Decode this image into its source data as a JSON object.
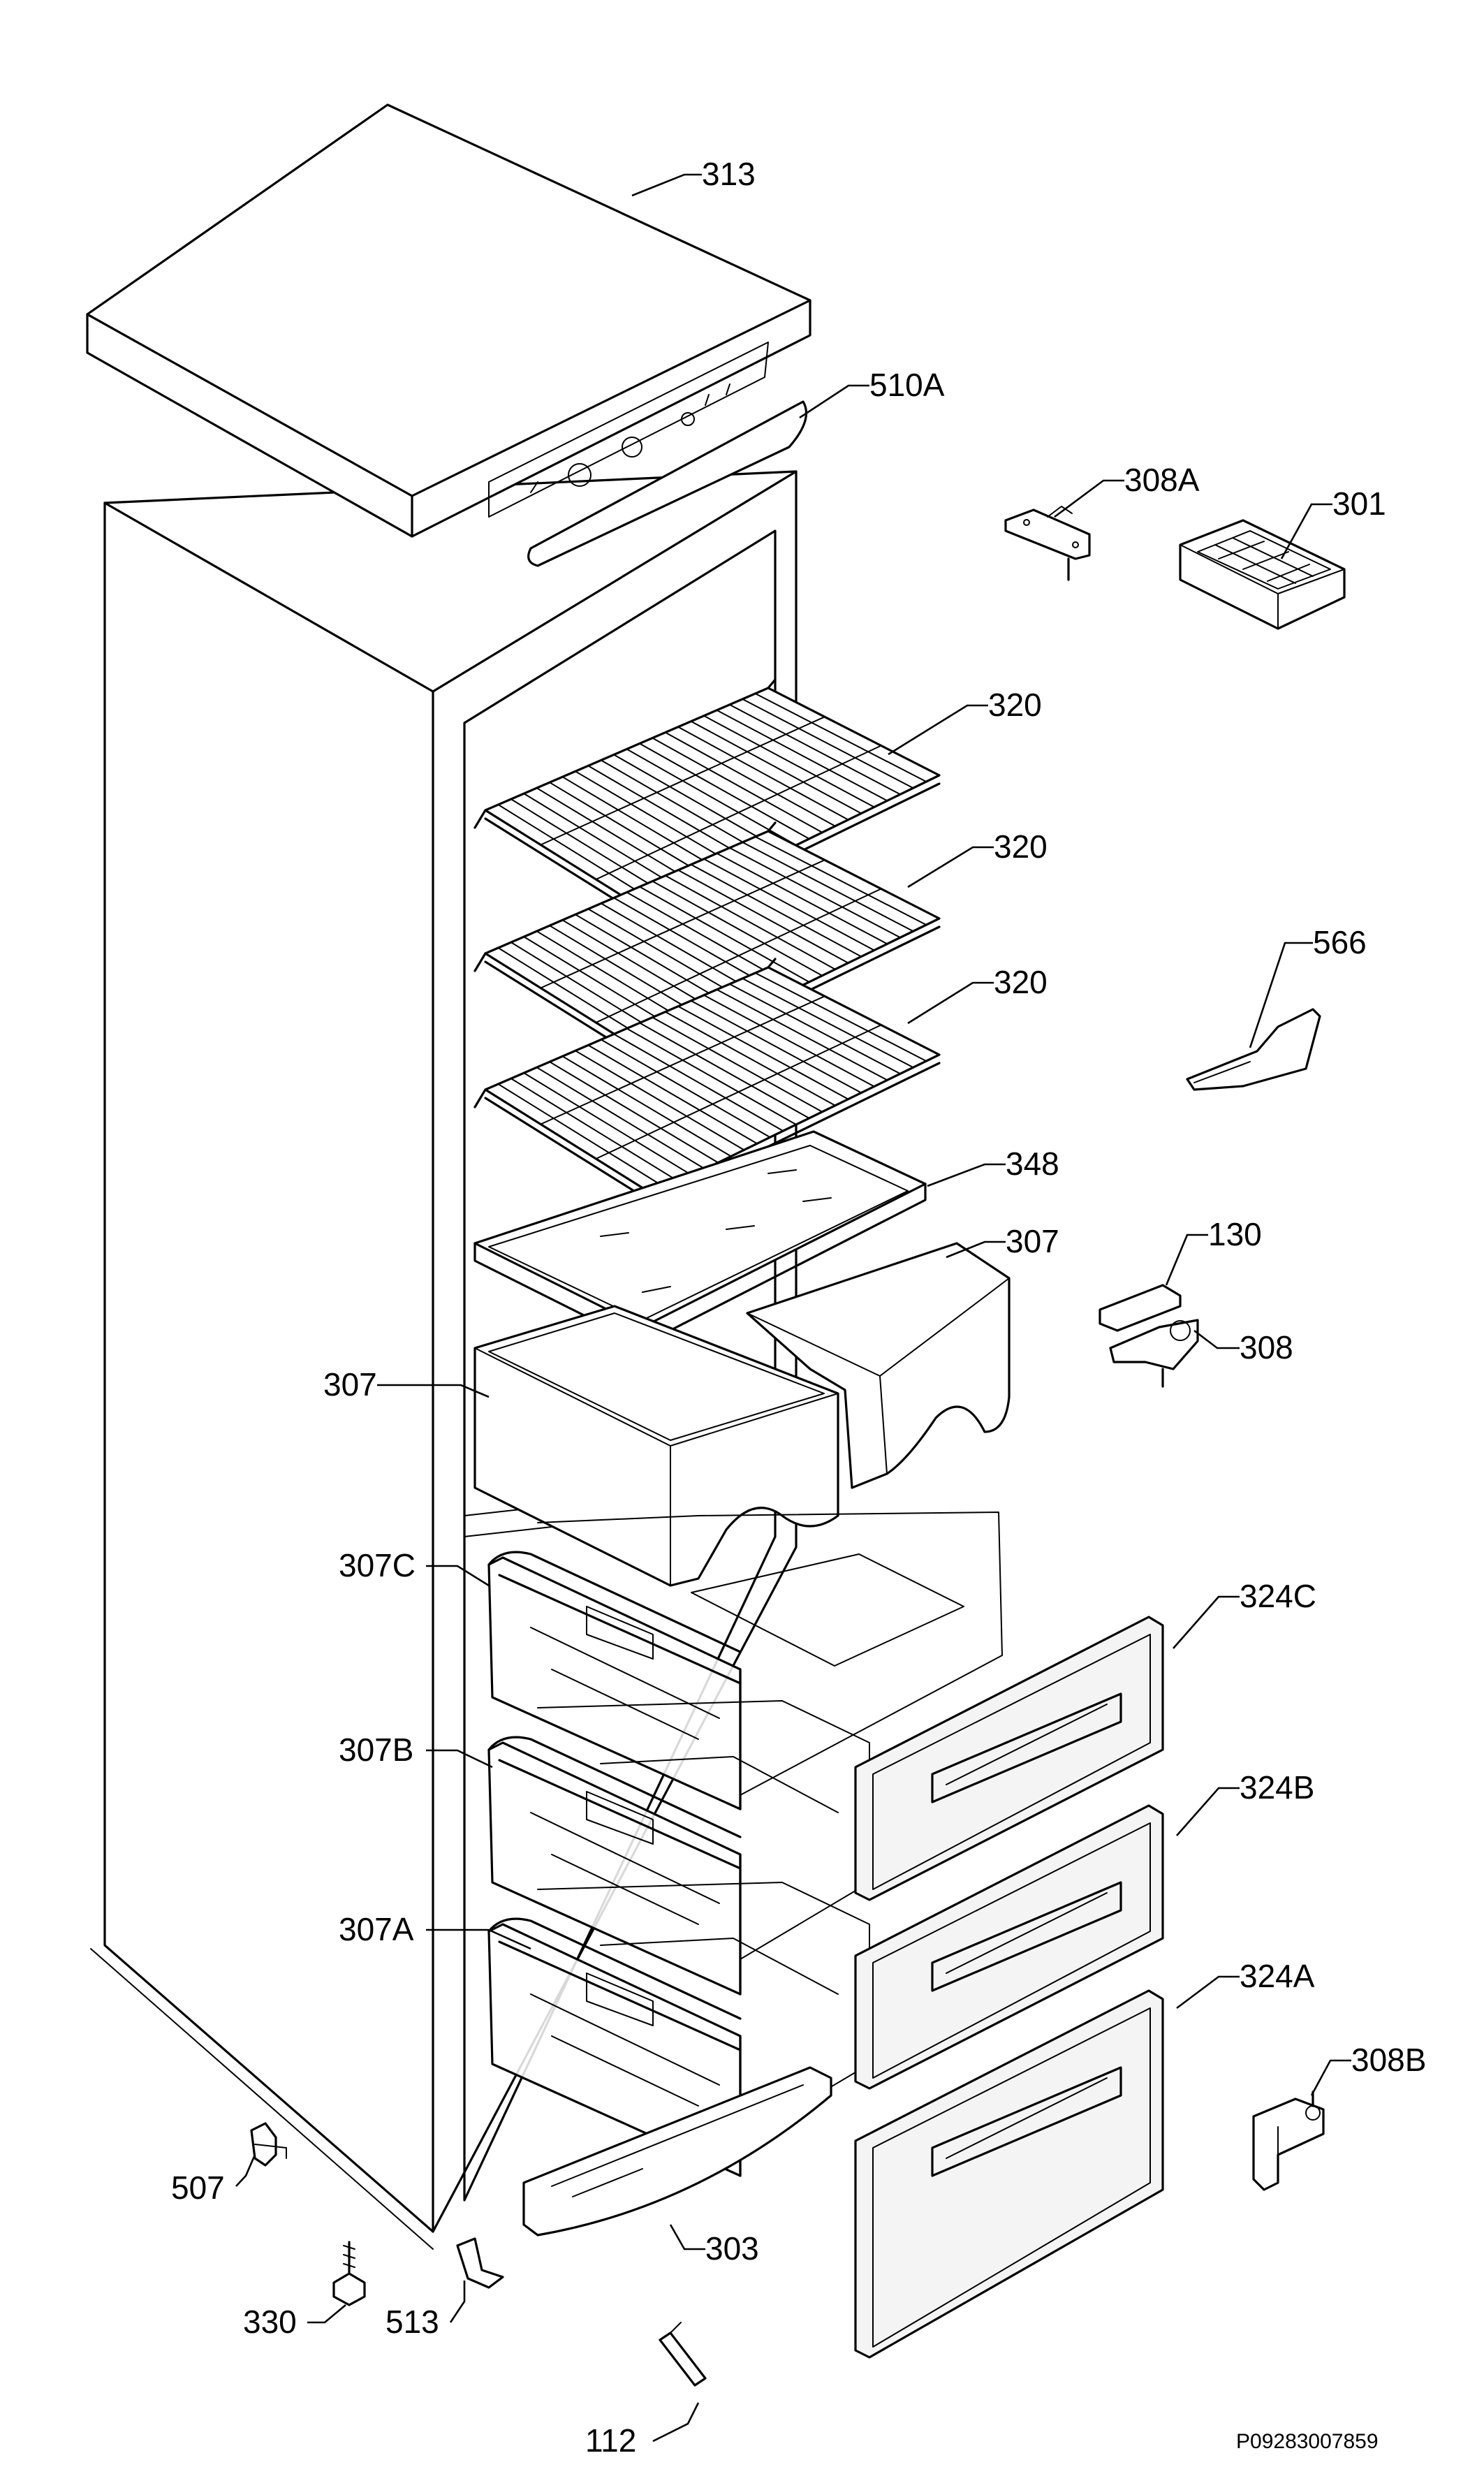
{
  "diagram": {
    "labels": {
      "l313": "313",
      "l510A": "510A",
      "l308A": "308A",
      "l301": "301",
      "l320a": "320",
      "l320b": "320",
      "l320c": "320",
      "l566": "566",
      "l348": "348",
      "l307r": "307",
      "l130": "130",
      "l308": "308",
      "l307l": "307",
      "l307C": "307C",
      "l324C": "324C",
      "l307B": "307B",
      "l324B": "324B",
      "l307A": "307A",
      "l324A": "324A",
      "l308B": "308B",
      "l507": "507",
      "l303": "303",
      "l330": "330",
      "l513": "513",
      "l112": "112"
    },
    "code": "P09283007859"
  }
}
